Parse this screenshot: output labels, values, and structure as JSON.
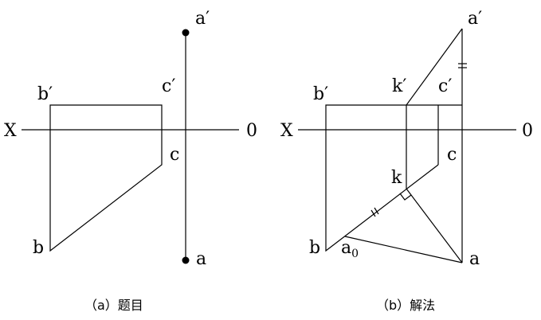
{
  "panel_a": {
    "caption": "（a）题目",
    "labels": {
      "X": "X",
      "O": "0",
      "a_prime": "a′",
      "b_prime": "b′",
      "c_prime": "c′",
      "a": "a",
      "b": "b",
      "c": "c"
    }
  },
  "panel_b": {
    "caption": "（b）解法",
    "labels": {
      "X": "X",
      "O": "0",
      "a_prime": "a′",
      "b_prime": "b′",
      "c_prime": "c′",
      "k_prime": "k′",
      "a": "a",
      "b": "b",
      "c": "c",
      "k": "k",
      "a0_base": "a",
      "a0_sub": "0"
    }
  }
}
